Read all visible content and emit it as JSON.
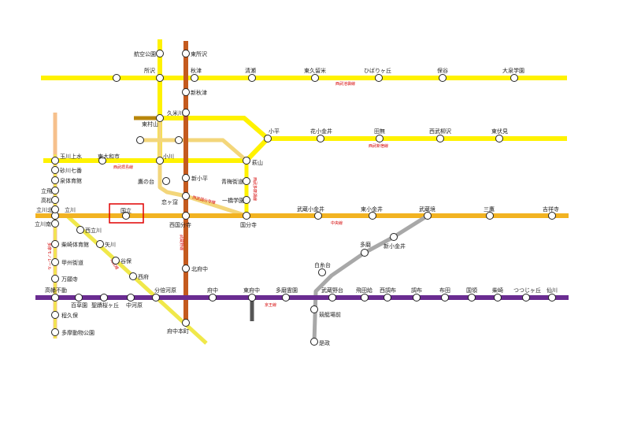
{
  "map": {
    "colors": {
      "seibu": "#fff200",
      "seibu_tamako": "#f3d67a",
      "chuo": "#f2b322",
      "musashino": "#c45a1e",
      "nambu": "#f6c08c",
      "keio": "#6a2c91",
      "tama_monorail": "#f0e84a",
      "tamagawa": "#a8a8a8",
      "keio_branch": "#555555",
      "seibu_spur": "#b8860b",
      "highlight": "#e00000"
    },
    "line_labels": {
      "seibu_ikebukuro": "西武池袋線",
      "seibu_shinjuku": "西武新宿線",
      "seibu_haijima": "西武拝島線",
      "seibu_kokubunji": "西武国分寺線",
      "seibu_tamako": "西武多摩湖線",
      "musashino": "武蔵野線",
      "chuo": "中央線",
      "keio": "京王線",
      "monorail": "多摩モノレール",
      "nambu": "南武線"
    },
    "stations": {
      "kokubunji_west": "西国分寺",
      "kunitachi": "国立",
      "yaho": "谷保",
      "kokubunji": "国分寺",
      "koigakubo": "恋ヶ窪",
      "takanodai": "鷹の台",
      "shinkodaira": "新小平",
      "ogawa": "小川",
      "hagiyama": "萩山",
      "kodaira": "小平",
      "higashimurayama": "東村山",
      "kumegawa": "久米川",
      "tokorozawa": "所沢",
      "koku_koen": "航空公園",
      "shintokorozawa": "東所沢",
      "akitsu": "秋津",
      "shinakitsu": "新秋津",
      "kiyose": "清瀬",
      "higashikurume": "東久留米",
      "hibarigaoka": "ひばりヶ丘",
      "hoya": "保谷",
      "oizumigakuen": "大泉学園",
      "hanakoganei": "花小金井",
      "tanashi": "田無",
      "nishifushimi": "西武柳沢",
      "higashifushimi": "東伏見",
      "higashiyamato": "東大和市",
      "tamagawajosui": "玉川上水",
      "sunagawa": "砂川七番",
      "izumitaiikukan": "泉体育館",
      "tachihi": "立飛",
      "takamatsu": "高松",
      "tachikawakita": "立川北",
      "tachikawaminami": "立川南",
      "tachikawa": "立川",
      "nishitachikawa": "西立川",
      "shibasaki": "柴崎体育館",
      "koshu": "甲州街道",
      "manganji": "万願寺",
      "takahatafudo": "高幡不動",
      "hodokubo": "程久保",
      "tamazoo": "多摩動物公園",
      "momoezono": "百草園",
      "seisekisakuragaoka": "聖蹟桜ヶ丘",
      "nakagawara": "中河原",
      "bubaigawara": "分倍河原",
      "fuchu": "府中",
      "higashifuchu": "東府中",
      "tamareien": "多磨霊園",
      "musashinodai": "武蔵野台",
      "tobitakyu": "飛田給",
      "nishichofu": "西調布",
      "chofu": "調布",
      "fuda": "布田",
      "kokuryo": "国領",
      "shibasaki_k": "柴崎",
      "tsutsujigaoka": "つつじヶ丘",
      "sengawa": "仙川",
      "kitafuchu": "北府中",
      "fuchuhommachi": "府中本町",
      "nishifu": "西府",
      "yagawa": "矢川",
      "musashikoganei": "武蔵小金井",
      "higashikoganei": "東小金井",
      "musashisakai": "武蔵境",
      "mitaka": "三鷹",
      "kichijoji": "吉祥寺",
      "shinkoganei": "新小金井",
      "tama": "多磨",
      "shiraitodai": "白糸台",
      "kyoteijomae": "競艇場前",
      "koremasa": "是政",
      "ome_kaido": "青梅街道",
      "hitotsubashi": "一橋学園"
    }
  }
}
